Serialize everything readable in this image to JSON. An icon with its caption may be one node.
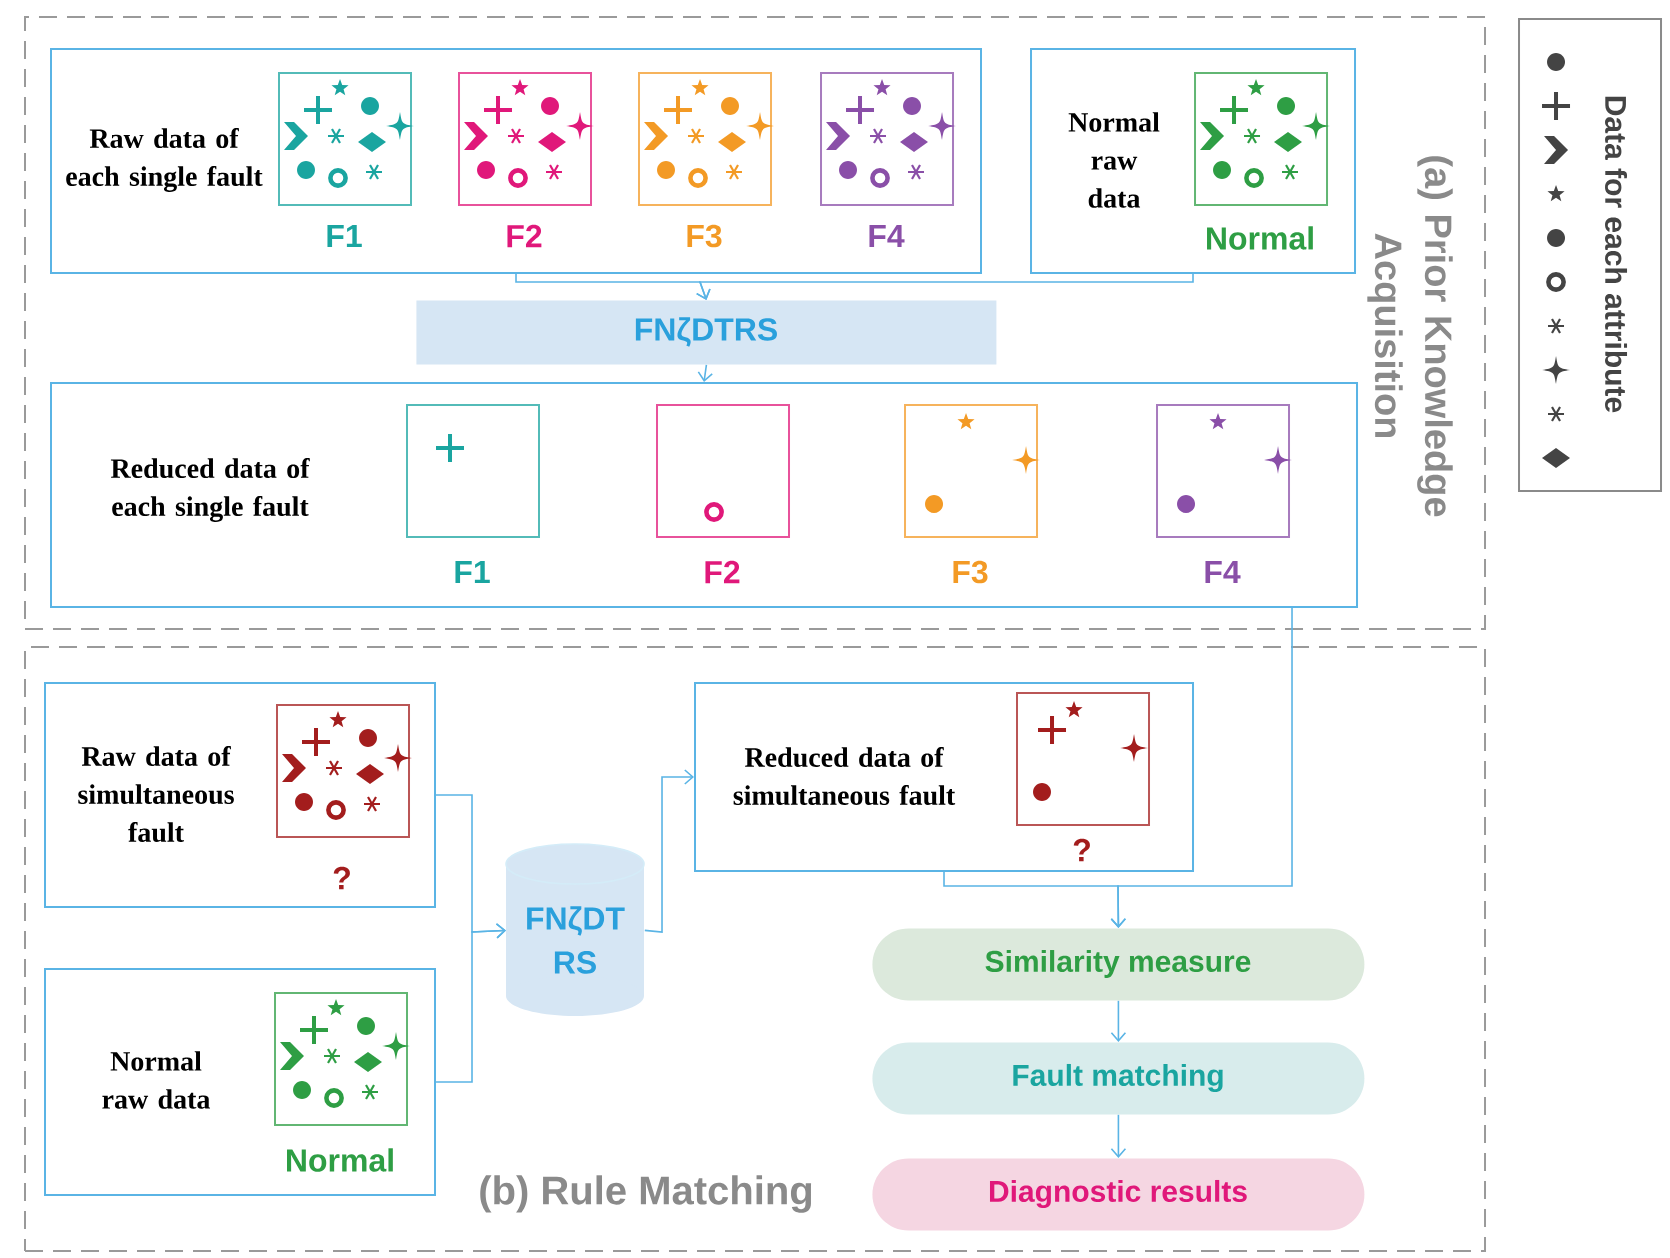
{
  "diagram": {
    "nodes": [
      {
        "text": [
          "(a) Prior Knowledge Acquisition"
        ]
      },
      {
        "text": [
          "Raw data of each single fault"
        ],
        "in": 0
      },
      {
        "text": [
          "F1"
        ],
        "in": 1
      },
      {
        "text": [
          "F2"
        ],
        "in": 1
      },
      {
        "text": [
          "F3"
        ],
        "in": 1
      },
      {
        "text": [
          "F4"
        ],
        "in": 1
      },
      {
        "text": [
          "Normal raw data"
        ],
        "in": 0
      },
      {
        "text": [
          "Normal"
        ],
        "in": 6
      },
      {
        "text": [
          "FNζDTRS"
        ],
        "in": 0
      },
      {
        "text": [
          "Reduced data of each single fault"
        ],
        "in": 0
      },
      {
        "text": [
          "F1"
        ],
        "in": 9
      },
      {
        "text": [
          "F2"
        ],
        "in": 9
      },
      {
        "text": [
          "F3"
        ],
        "in": 9
      },
      {
        "text": [
          "F4"
        ],
        "in": 9
      },
      {
        "text": [
          "(b) Rule Matching"
        ]
      },
      {
        "text": [
          "Raw data of simultaneous fault"
        ],
        "in": 14
      },
      {
        "text": [
          "?"
        ],
        "in": 15
      },
      {
        "text": [
          "Normal raw data"
        ],
        "in": 14
      },
      {
        "text": [
          "Normal"
        ],
        "in": 17
      },
      {
        "text": [
          "FNζDT RS"
        ],
        "in": 14
      },
      {
        "text": [
          "Reduced data of simultaneous fault"
        ],
        "in": 14
      },
      {
        "text": [
          "?"
        ],
        "in": 20
      },
      {
        "text": [
          "Similarity measure"
        ],
        "in": 14
      },
      {
        "text": [
          "Fault matching"
        ],
        "in": 14
      },
      {
        "text": [
          "Diagnostic results"
        ],
        "in": 14
      },
      {
        "text": [
          "Data for each attribute"
        ]
      }
    ],
    "edges": [
      {
        "from": 1,
        "to": 8,
        "arrow": "to"
      },
      {
        "from": 6,
        "to": 8,
        "arrow": "to"
      },
      {
        "from": 8,
        "to": 9,
        "arrow": "to"
      },
      {
        "from": 9,
        "to": 22,
        "arrow": "to"
      },
      {
        "from": 20,
        "to": 22,
        "arrow": "to"
      },
      {
        "from": 15,
        "to": 19,
        "arrow": "to"
      },
      {
        "from": 17,
        "to": 19,
        "arrow": "to"
      },
      {
        "from": 19,
        "to": 20,
        "arrow": "to"
      },
      {
        "from": 22,
        "to": 23,
        "arrow": "to"
      },
      {
        "from": 23,
        "to": 24,
        "arrow": "to"
      }
    ]
  }
}
